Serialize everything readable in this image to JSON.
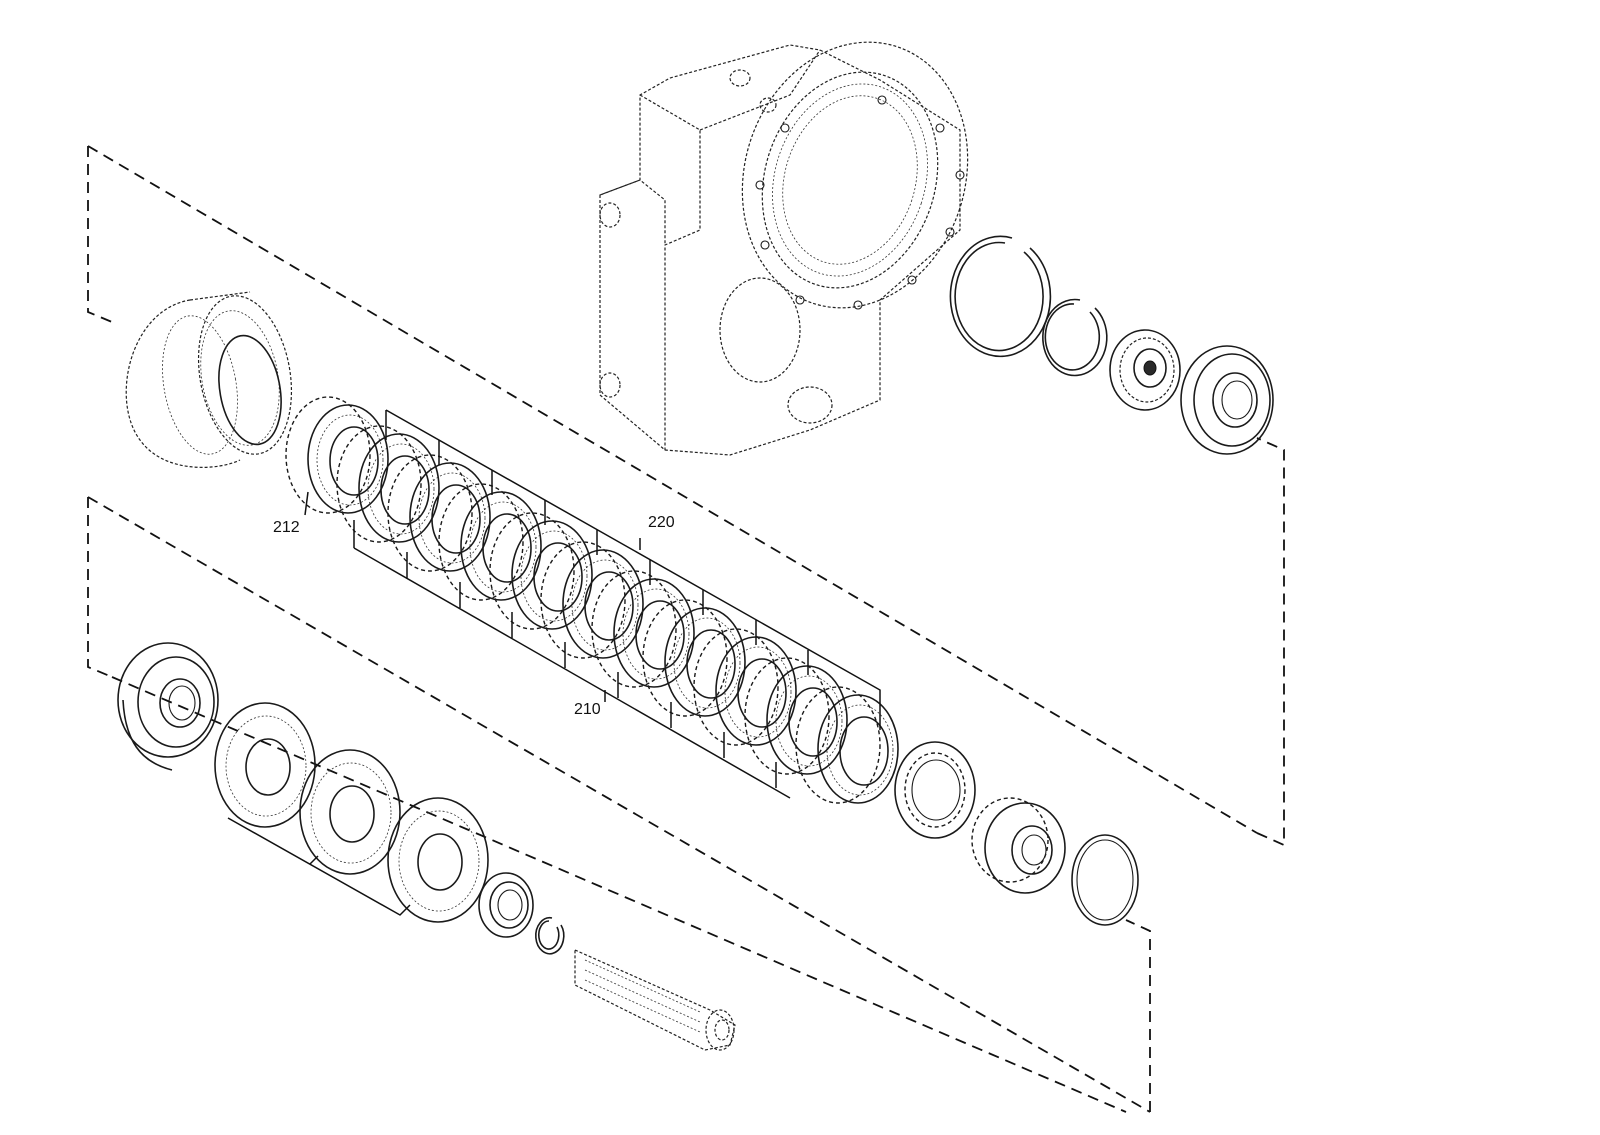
{
  "diagram": {
    "part_labels": [
      {
        "id": "212",
        "text": "212"
      },
      {
        "id": "220",
        "text": "220"
      },
      {
        "id": "210",
        "text": "210"
      }
    ],
    "colors": {
      "line": "#111111",
      "background": "#ffffff"
    }
  }
}
